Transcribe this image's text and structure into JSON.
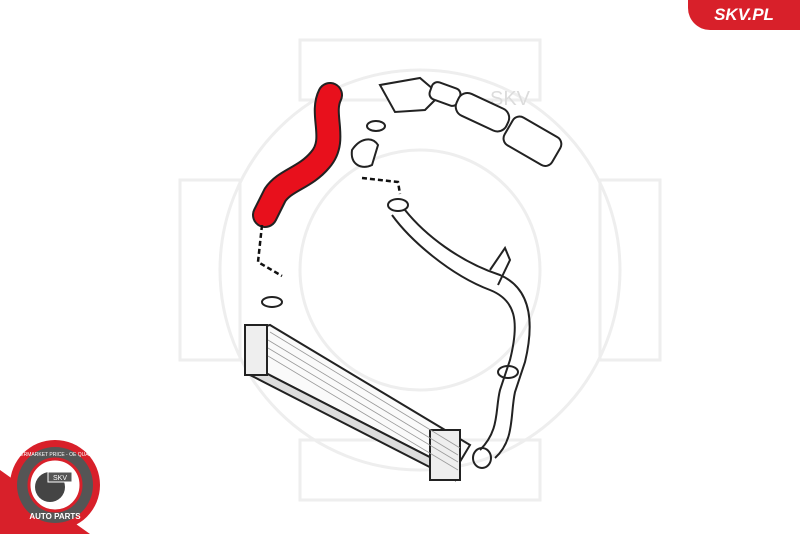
{
  "brand": {
    "label": "SKV.PL",
    "color": "#d8202a"
  },
  "watermark": {
    "text": "SKV"
  },
  "badge": {
    "top_text": "AFTERMARKET PRICE - OE QUALITY",
    "bottom_text": "AUTO PARTS",
    "center_text": "SKV",
    "color": "#d8202a"
  },
  "diagram": {
    "highlight_color": "#e8101c",
    "highlighted_part": "charge-air-hose"
  }
}
